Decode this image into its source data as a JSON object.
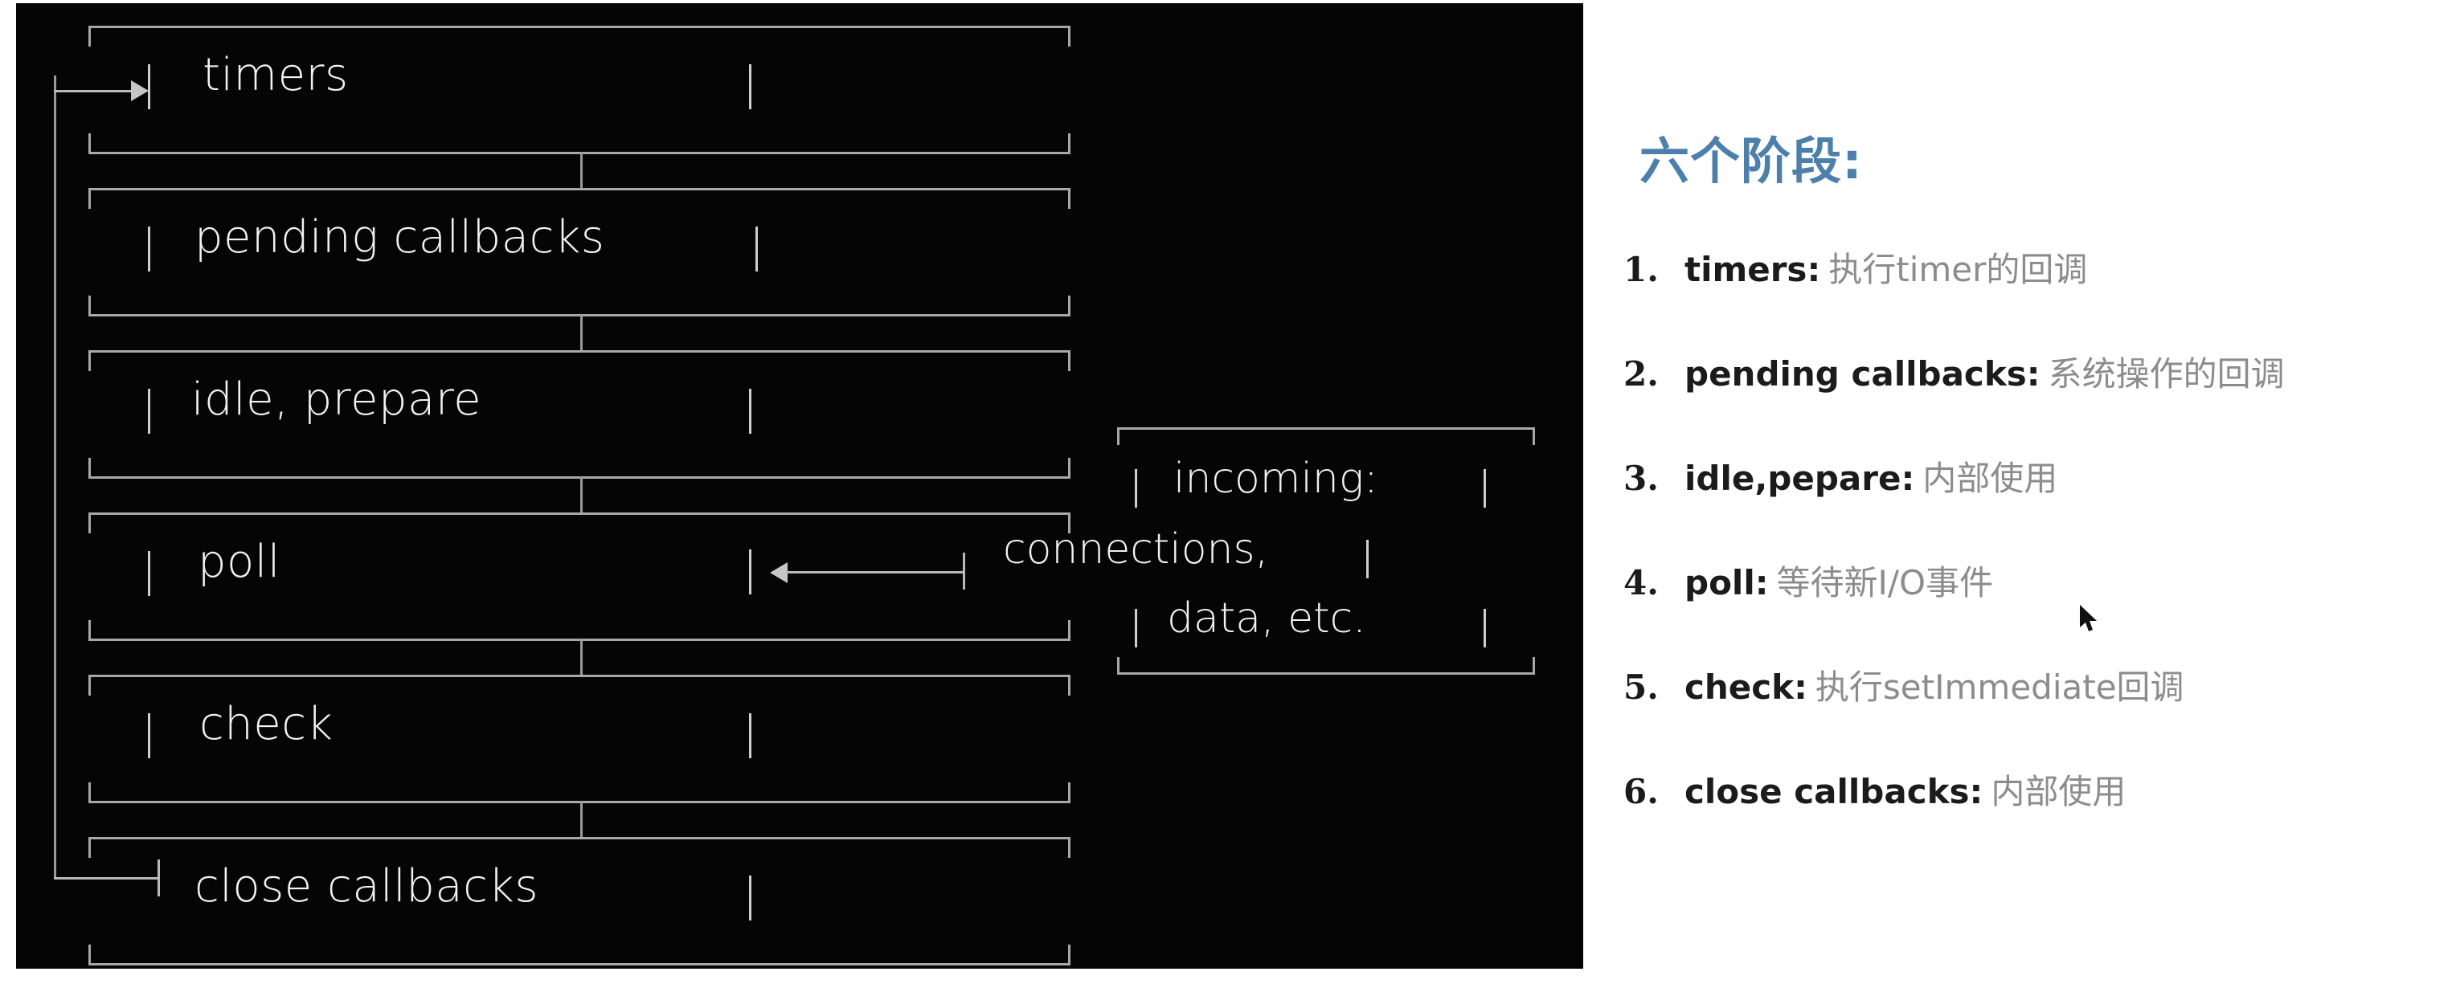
{
  "diagram": {
    "entry_arrow": "-->",
    "loop_back_connector": "L--|",
    "phases": [
      {
        "label": "timers"
      },
      {
        "label": "pending callbacks"
      },
      {
        "label": "idle, prepare"
      },
      {
        "label": "poll"
      },
      {
        "label": "check"
      },
      {
        "label": "close callbacks"
      }
    ],
    "incoming_box": {
      "lines": [
        "incoming:",
        "connections,",
        "data, etc."
      ],
      "arrow": "<------",
      "arrow_direction": "left",
      "points_to_phase": "poll"
    },
    "colors": {
      "panel_background": "#050505",
      "ascii_stroke": "#a8a8a8",
      "label_text": "#f2f2f2"
    }
  },
  "notes": {
    "title": "六个阶段:",
    "title_color": "#4d7fad",
    "term_color": "#1b1b1b",
    "desc_color": "#8c8c8c",
    "items": [
      {
        "num": "1.",
        "term": "timers",
        "colon": ":",
        "desc": "执行timer的回调"
      },
      {
        "num": "2.",
        "term": "pending callbacks",
        "colon": ":",
        "desc": "系统操作的回调"
      },
      {
        "num": "3.",
        "term": "idle,pepare",
        "colon": ":",
        "desc": "内部使用"
      },
      {
        "num": "4.",
        "term": "poll",
        "colon": ":",
        "desc": "等待新I/O事件"
      },
      {
        "num": "5.",
        "term": "check",
        "colon": ":",
        "desc": "执行setImmediate回调"
      },
      {
        "num": "6.",
        "term": "close callbacks",
        "colon": ":",
        "desc": "内部使用"
      }
    ]
  },
  "cursor": {
    "shape": "arrow-pointer"
  }
}
